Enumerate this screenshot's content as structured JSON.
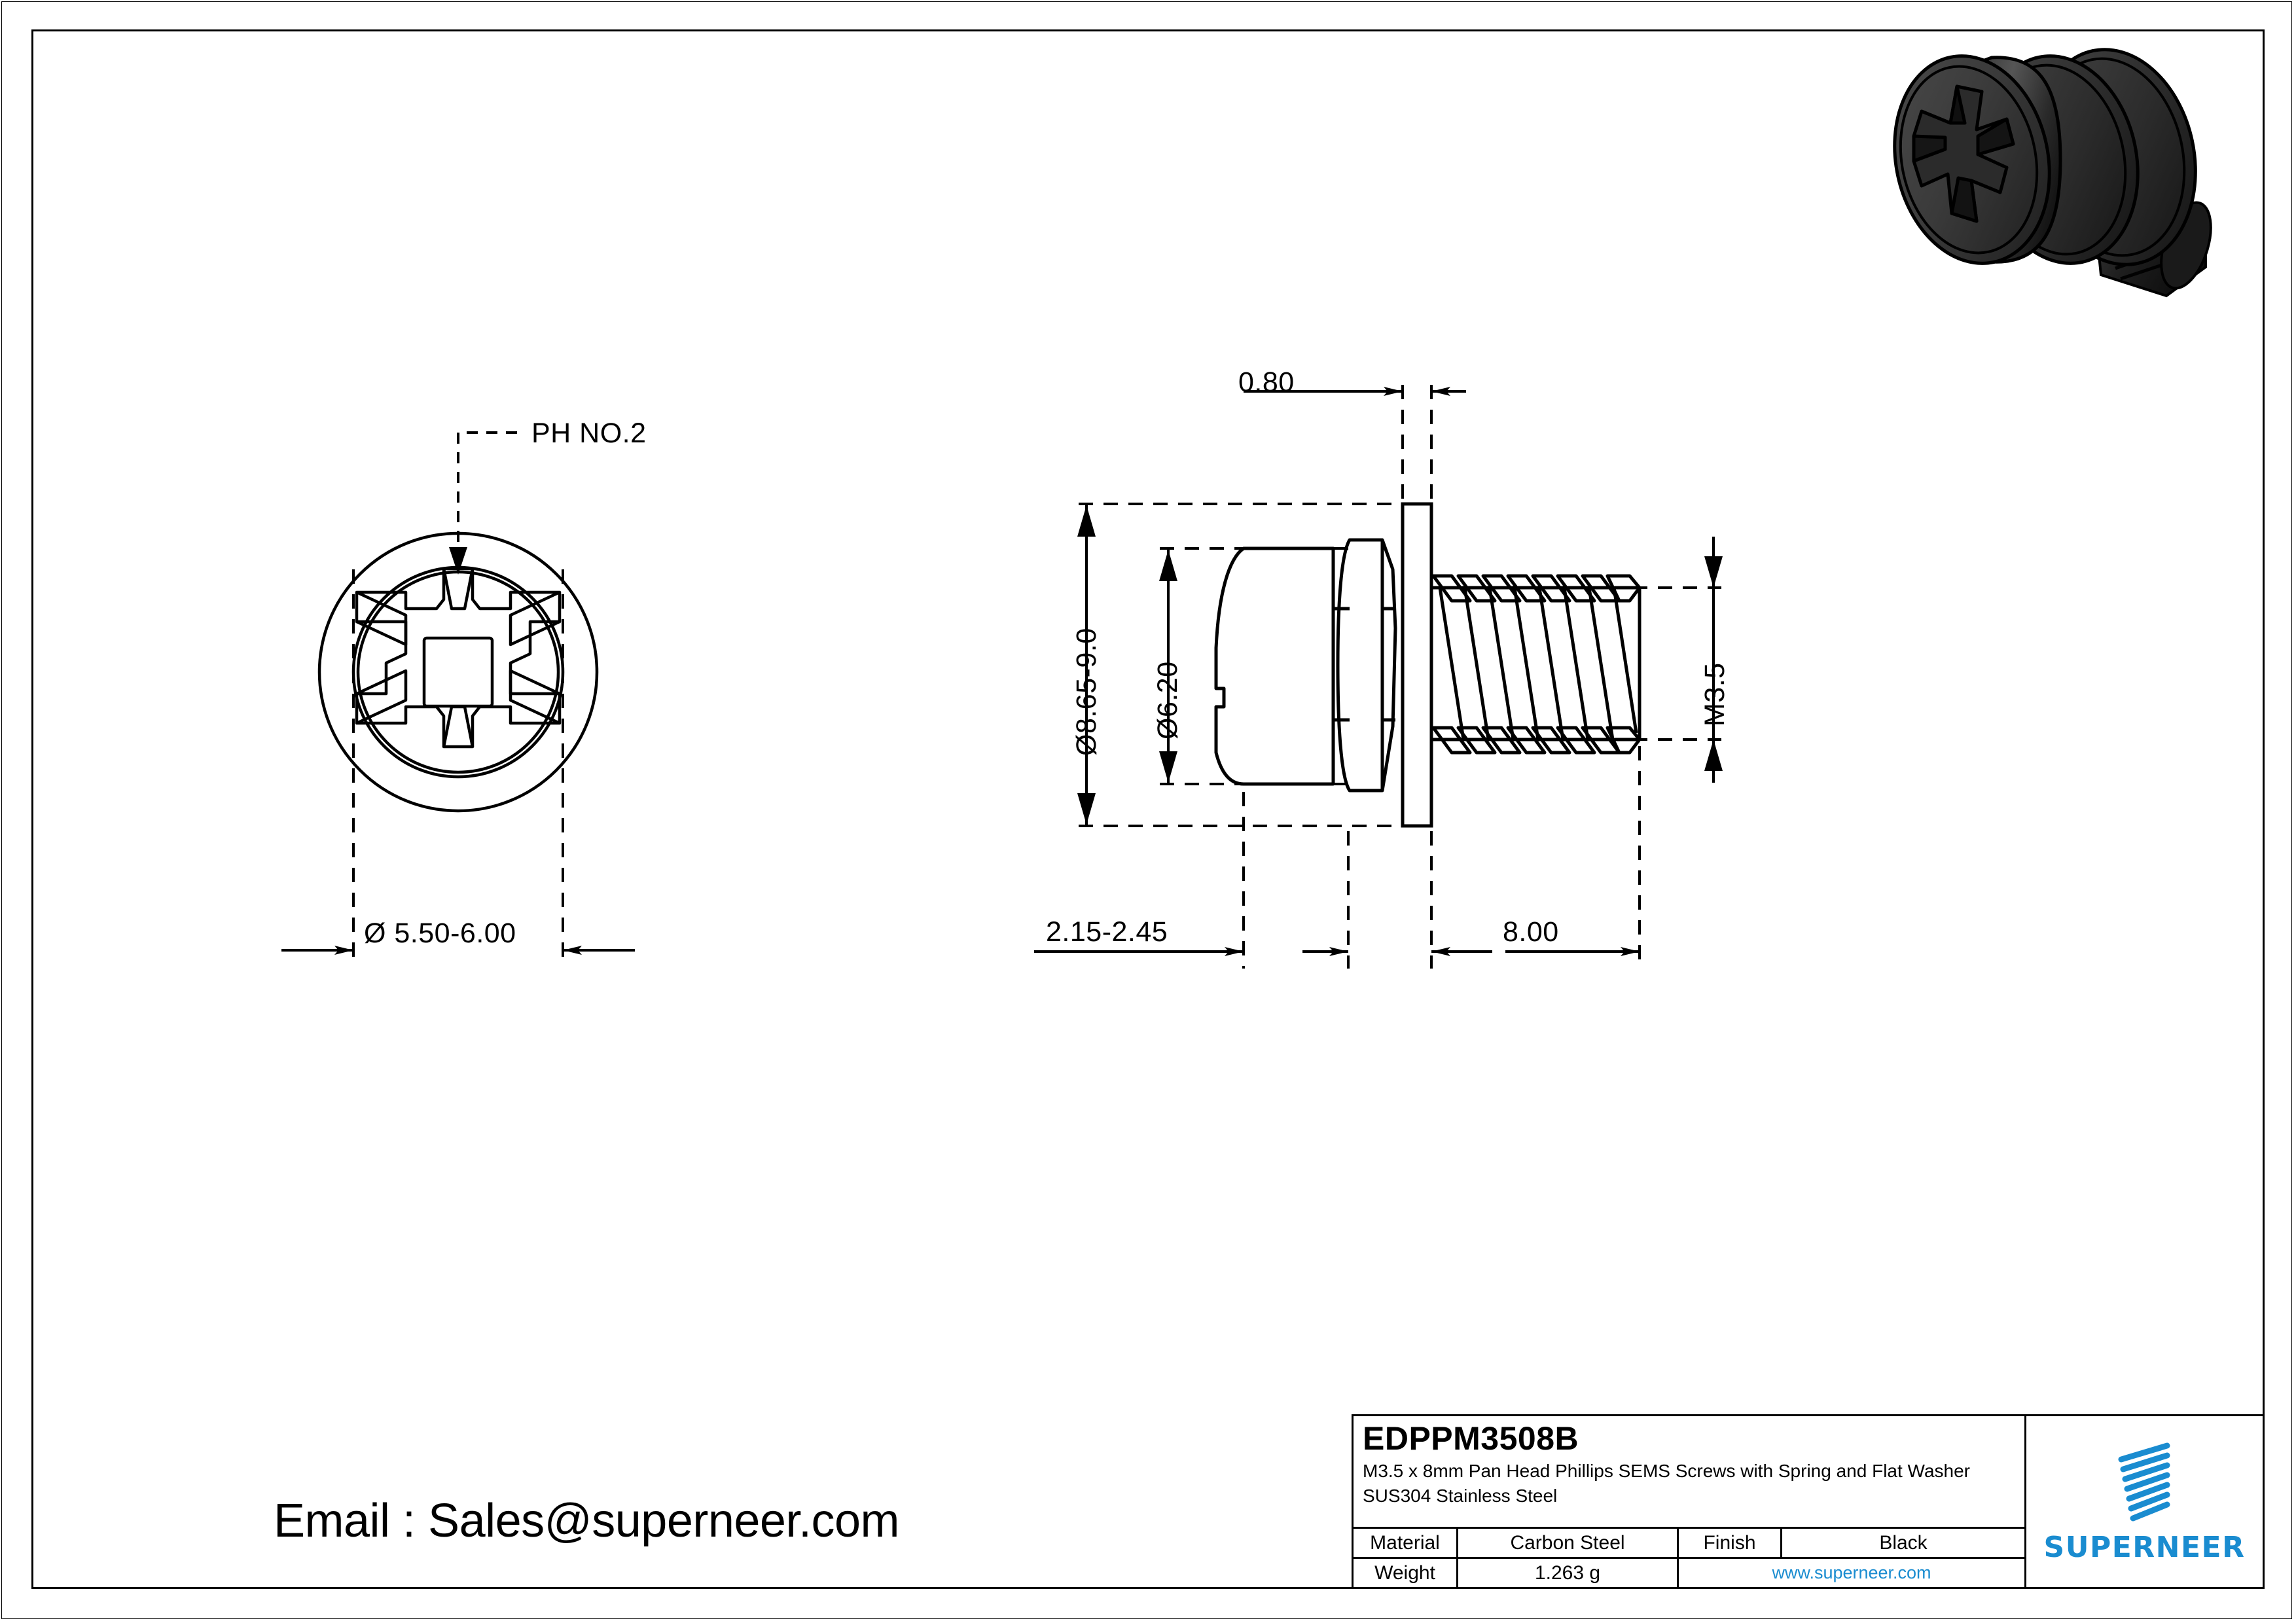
{
  "sheet": {
    "background": "#ffffff",
    "line_color": "#000000",
    "accent_color": "#1a8cd0"
  },
  "front_view": {
    "callout": "PH NO.2",
    "diameter_dim": "Ø 5.50-6.00"
  },
  "side_view": {
    "washer_thickness": "0.80",
    "head_outer_dia": "Ø8.65-9.0",
    "head_dia": "Ø6.20",
    "thread_size": "M3.5",
    "head_height": "2.15-2.45",
    "thread_length": "8.00"
  },
  "contact": {
    "email_label": "Email : Sales@superneer.com"
  },
  "title_block": {
    "part_number": "EDPPM3508B",
    "description": "M3.5 x 8mm Pan Head Phillips SEMS Screws with Spring and Flat Washer SUS304 Stainless Steel",
    "material_label": "Material",
    "material_value": "Carbon Steel",
    "finish_label": "Finish",
    "finish_value": "Black",
    "weight_label": "Weight",
    "weight_value": "1.263 g",
    "website": "www.superneer.com",
    "brand": "SUPERNEER"
  }
}
